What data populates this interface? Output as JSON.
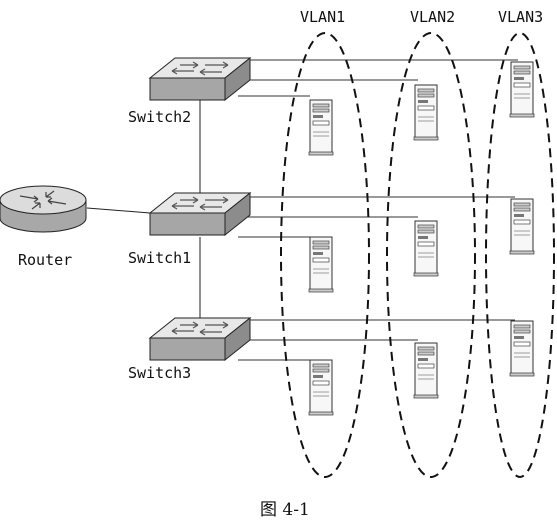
{
  "figure": {
    "caption": "图 4-1",
    "vlans": [
      "VLAN1",
      "VLAN2",
      "VLAN3"
    ],
    "router": {
      "label": "Router",
      "icon": "router-icon"
    },
    "switches": [
      {
        "label": "Switch2",
        "icon": "switch-icon"
      },
      {
        "label": "Switch1",
        "icon": "switch-icon"
      },
      {
        "label": "Switch3",
        "icon": "switch-icon"
      }
    ],
    "host_icon": "tower-pc-icon",
    "colors": {
      "line": "#222222",
      "device_fill": "#e6e6e6",
      "switch_side": "#9a9a9a"
    }
  }
}
